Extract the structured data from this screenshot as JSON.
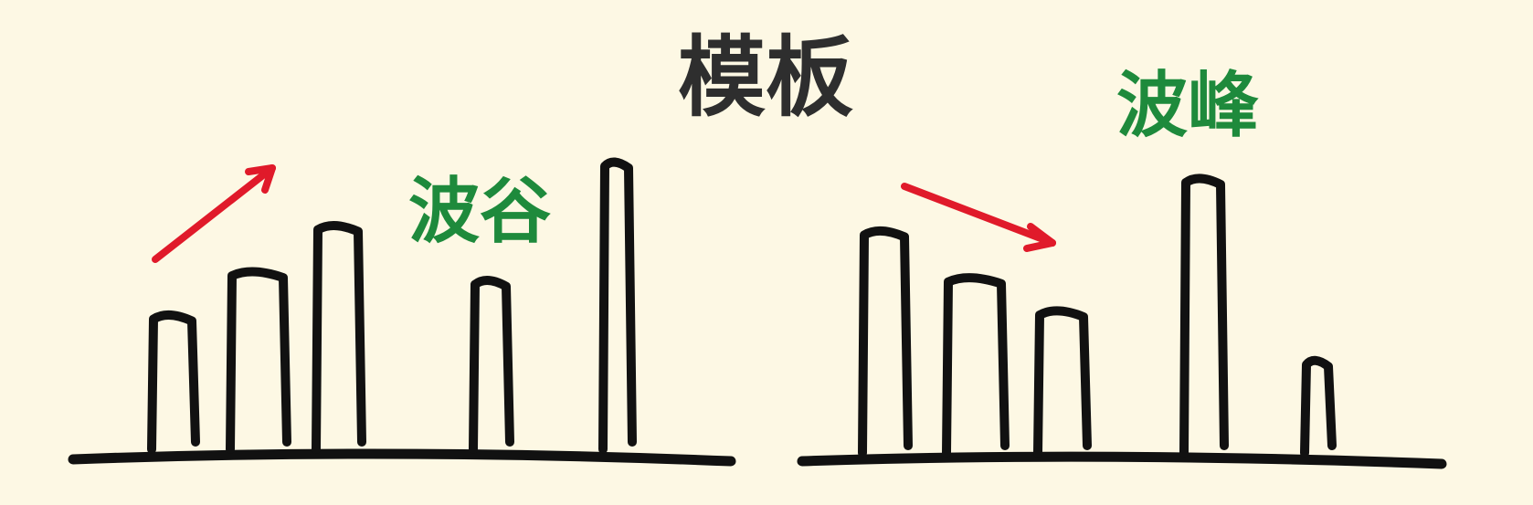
{
  "title": "模板",
  "left_panel": {
    "label": "波谷",
    "arrow_direction": "up",
    "bars": [
      {
        "name": "bar-1",
        "relative_height": 0.47
      },
      {
        "name": "bar-2",
        "relative_height": 0.62
      },
      {
        "name": "bar-3",
        "relative_height": 0.78
      },
      {
        "name": "bar-4",
        "relative_height": 0.59
      },
      {
        "name": "bar-5",
        "relative_height": 1.0
      }
    ]
  },
  "right_panel": {
    "label": "波峰",
    "arrow_direction": "down",
    "bars": [
      {
        "name": "bar-1",
        "relative_height": 0.81
      },
      {
        "name": "bar-2",
        "relative_height": 0.64
      },
      {
        "name": "bar-3",
        "relative_height": 0.52
      },
      {
        "name": "bar-4",
        "relative_height": 1.0
      },
      {
        "name": "bar-5",
        "relative_height": 0.34
      }
    ]
  },
  "colors": {
    "background": "#fdf8e4",
    "ink": "#111111",
    "title": "#2e2e2e",
    "label": "#1e8a3c",
    "arrow": "#e01a2a"
  }
}
